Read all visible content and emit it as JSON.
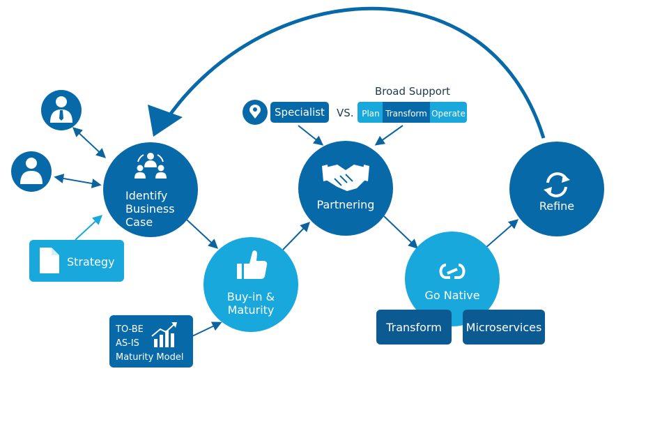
{
  "colors": {
    "dark_blue": "#0769A8",
    "light_blue": "#18A8DC",
    "navy": "#0B5A92",
    "arrow": "#0B64A0"
  },
  "nodes": {
    "identify": {
      "label_lines": [
        "Identify",
        "Business",
        "Case"
      ],
      "icon": "team-cycle-icon"
    },
    "buyin": {
      "label_lines": [
        "Buy-in &",
        "Maturity"
      ],
      "icon": "thumbs-up-icon"
    },
    "partnering": {
      "label": "Partnering",
      "icon": "handshake-icon"
    },
    "go_native": {
      "label": "Go Native",
      "icon": "link-loop-icon"
    },
    "refine": {
      "label": "Refine",
      "icon": "refresh-icon"
    }
  },
  "actors": [
    {
      "icon": "businessman-icon"
    },
    {
      "icon": "person-icon"
    }
  ],
  "strategy": {
    "label": "Strategy",
    "icon": "document-icon"
  },
  "maturity_box": {
    "line1": "TO-BE",
    "line2": "AS-IS",
    "line3": "Maturity Model",
    "icon": "growth-chart-icon"
  },
  "specialist": {
    "label": "Specialist",
    "icon": "location-pin-icon"
  },
  "vs_label": "VS.",
  "broad_support": {
    "title": "Broad Support",
    "segments": [
      "Plan",
      "Transform",
      "Operate"
    ]
  },
  "native_boxes": [
    "Transform",
    "Microservices"
  ]
}
